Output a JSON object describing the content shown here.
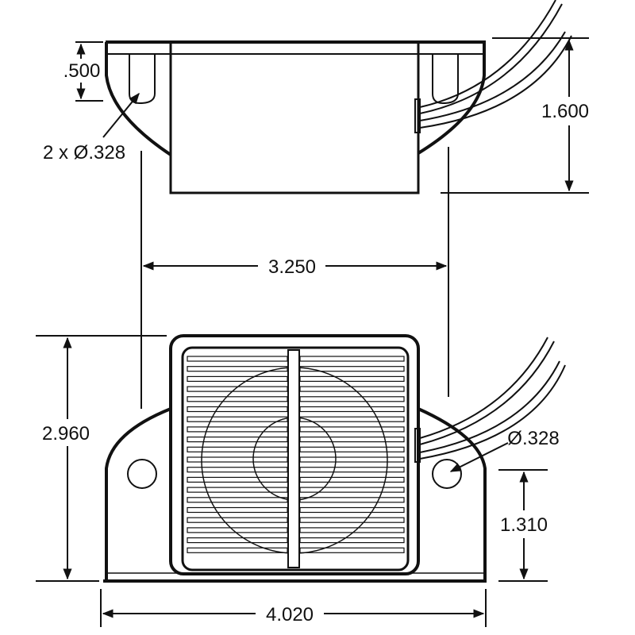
{
  "title": "Back-up alarm dimensional drawing",
  "dimensions": {
    "mount_slot_height": ".500",
    "mount_holes_top": "2 x Ø.328",
    "overall_height_top": "1.600",
    "hole_spacing": "3.250",
    "overall_height_front": "2.960",
    "mount_hole_front": "Ø.328",
    "hole_height": "1.310",
    "overall_width": "4.020"
  },
  "colors": {
    "line": "#111111",
    "background": "#ffffff"
  }
}
